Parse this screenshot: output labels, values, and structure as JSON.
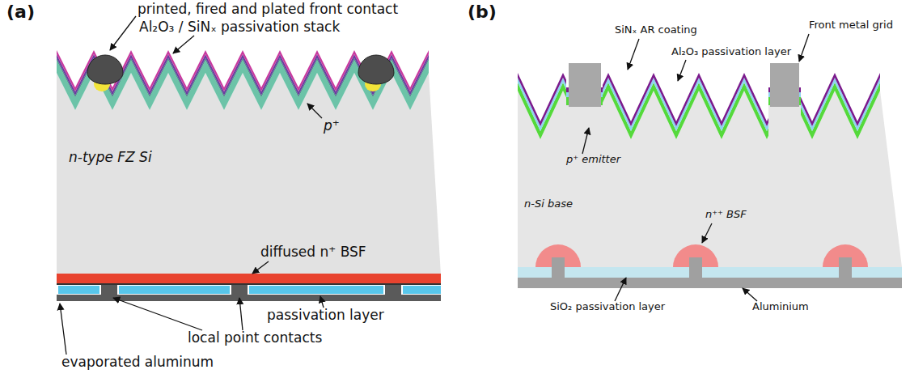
{
  "diagram": {
    "labels": [
      "(a)",
      "printed, fired and plated front contact",
      "Al₂O₃ / SiNₓ passivation stack",
      "p⁺",
      "n-type FZ Si",
      "diffused n⁺ BSF",
      "passivation layer",
      "local point contacts",
      "evaporated aluminum",
      "(b)",
      "SiNₓ AR coating",
      "Front metal grid",
      "Al₂O₃ passivation layer",
      "p⁺ emitter",
      "n-Si base",
      "n⁺⁺ BSF",
      "SiO₂ passivation layer",
      "Aluminium"
    ]
  }
}
